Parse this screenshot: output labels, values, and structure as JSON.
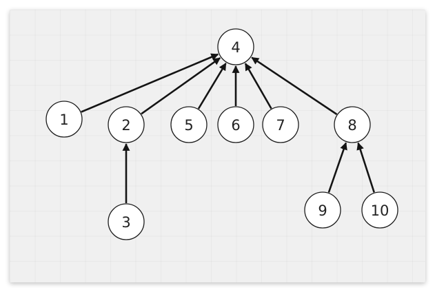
{
  "diagram": {
    "colors": {
      "board": "#f0f0f0",
      "edge": "#141414",
      "node_fill": "#ffffff",
      "node_stroke": "#1c1c1c",
      "text": "#222222"
    },
    "nodes": [
      {
        "id": "n4",
        "label": "4"
      },
      {
        "id": "n1",
        "label": "1"
      },
      {
        "id": "n2",
        "label": "2"
      },
      {
        "id": "n5",
        "label": "5"
      },
      {
        "id": "n6",
        "label": "6"
      },
      {
        "id": "n7",
        "label": "7"
      },
      {
        "id": "n8",
        "label": "8"
      },
      {
        "id": "n3",
        "label": "3"
      },
      {
        "id": "n9",
        "label": "9"
      },
      {
        "id": "n10",
        "label": "10"
      }
    ],
    "edges": [
      {
        "from": "n1",
        "to": "n4"
      },
      {
        "from": "n2",
        "to": "n4"
      },
      {
        "from": "n5",
        "to": "n4"
      },
      {
        "from": "n6",
        "to": "n4"
      },
      {
        "from": "n7",
        "to": "n4"
      },
      {
        "from": "n8",
        "to": "n4"
      },
      {
        "from": "n3",
        "to": "n2"
      },
      {
        "from": "n9",
        "to": "n8"
      },
      {
        "from": "n10",
        "to": "n8"
      }
    ]
  }
}
